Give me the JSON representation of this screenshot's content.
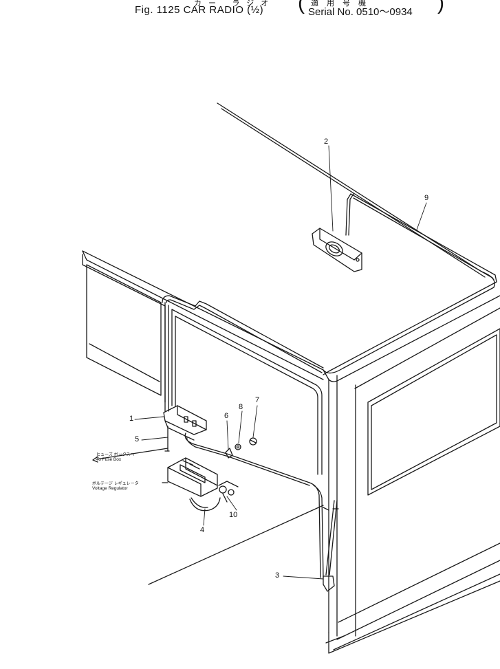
{
  "header": {
    "title_kana": "カー ラジオ",
    "figure_title": "Fig. 1125  CAR RADIO (½)",
    "serial_kana": "適用号機",
    "serial_text": "Serial No. 0510～0934"
  },
  "callouts": {
    "c1": "1",
    "c2": "2",
    "c3": "3",
    "c4": "4",
    "c5": "5",
    "c6": "6",
    "c7": "7",
    "c8": "8",
    "c9": "9",
    "c10": "10"
  },
  "notes": {
    "fuse_box_jp": "ヒューズ ボックスへ",
    "fuse_box_en": "To Fuse Box",
    "regulator_jp": "ボルテージ レギュレータ",
    "regulator_en": "Voltage Regulator"
  }
}
